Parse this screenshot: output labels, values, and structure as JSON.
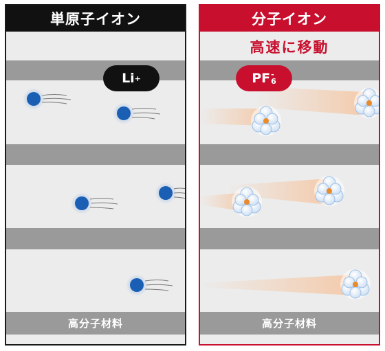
{
  "left_panel": {
    "title": "単原子イオン",
    "ion_label": "Li",
    "ion_charge": "+",
    "material_label": "高分子材料"
  },
  "right_panel": {
    "title": "分子イオン",
    "subtitle": "高速に移動",
    "ion_label": "PF",
    "ion_subscript": "6",
    "ion_charge": "-",
    "material_label": "高分子材料"
  },
  "colors": {
    "black_header": "#111111",
    "red_accent": "#c8102e",
    "band_gray": "#9a9a9a",
    "panel_bg": "#ececec",
    "li_ion_blue": "#1a5fb4",
    "pf6_orange": "#ea8a2a",
    "trail_peach": "#f4c9a8"
  }
}
